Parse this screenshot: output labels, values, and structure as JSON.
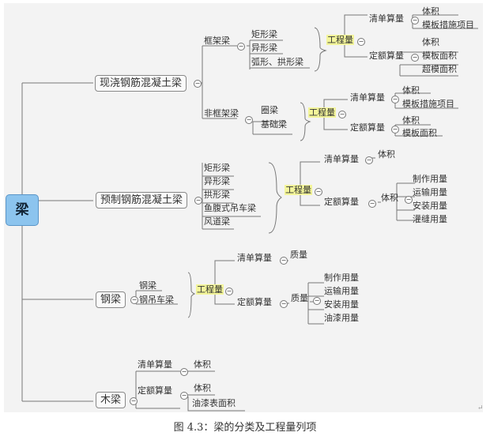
{
  "root": "梁",
  "caption": "图 4.3：梁的分类及工程量列项",
  "return_mark": "↵",
  "collapse_glyph": "−",
  "branches": {
    "cast": {
      "label": "现浇钢筋混凝土梁",
      "frame": {
        "label": "框架梁",
        "types": [
          "矩形梁",
          "异形梁",
          "弧形、拱形梁"
        ],
        "qty": "工程量",
        "list": "清单算量",
        "list_items": [
          "体积",
          "模板措施项目"
        ],
        "quota": "定额算量",
        "quota_items": [
          "体积",
          "模板面积",
          "超模面积"
        ]
      },
      "nonframe": {
        "label": "非框架梁",
        "types": [
          "圈梁",
          "基础梁"
        ],
        "qty": "工程量",
        "list": "清单算量",
        "list_items": [
          "体积",
          "模板措施项目"
        ],
        "quota": "定额算量",
        "quota_items": [
          "体积",
          "模板面积"
        ]
      }
    },
    "precast": {
      "label": "预制钢筋混凝土梁",
      "types": [
        "矩形梁",
        "异形梁",
        "拱形梁",
        "鱼腹式吊车梁",
        "风道梁"
      ],
      "qty": "工程量",
      "list": "清单算量",
      "list_items": [
        "体积"
      ],
      "quota": "定额算量",
      "quota_mid": "体积",
      "quota_items": [
        "制作用量",
        "运输用量",
        "安装用量",
        "灌缝用量"
      ]
    },
    "steel": {
      "label": "钢梁",
      "types": [
        "钢梁",
        "钢吊车梁"
      ],
      "qty": "工程量",
      "list": "清单算量",
      "list_items": [
        "质量"
      ],
      "quota": "定额算量",
      "quota_mid": "质量",
      "quota_items": [
        "制作用量",
        "运输用量",
        "安装用量",
        "油漆用量"
      ]
    },
    "wood": {
      "label": "木梁",
      "list": "清单算量",
      "list_items": [
        "体积"
      ],
      "quota": "定额算量",
      "quota_items": [
        "体积",
        "油漆表面积"
      ]
    }
  }
}
